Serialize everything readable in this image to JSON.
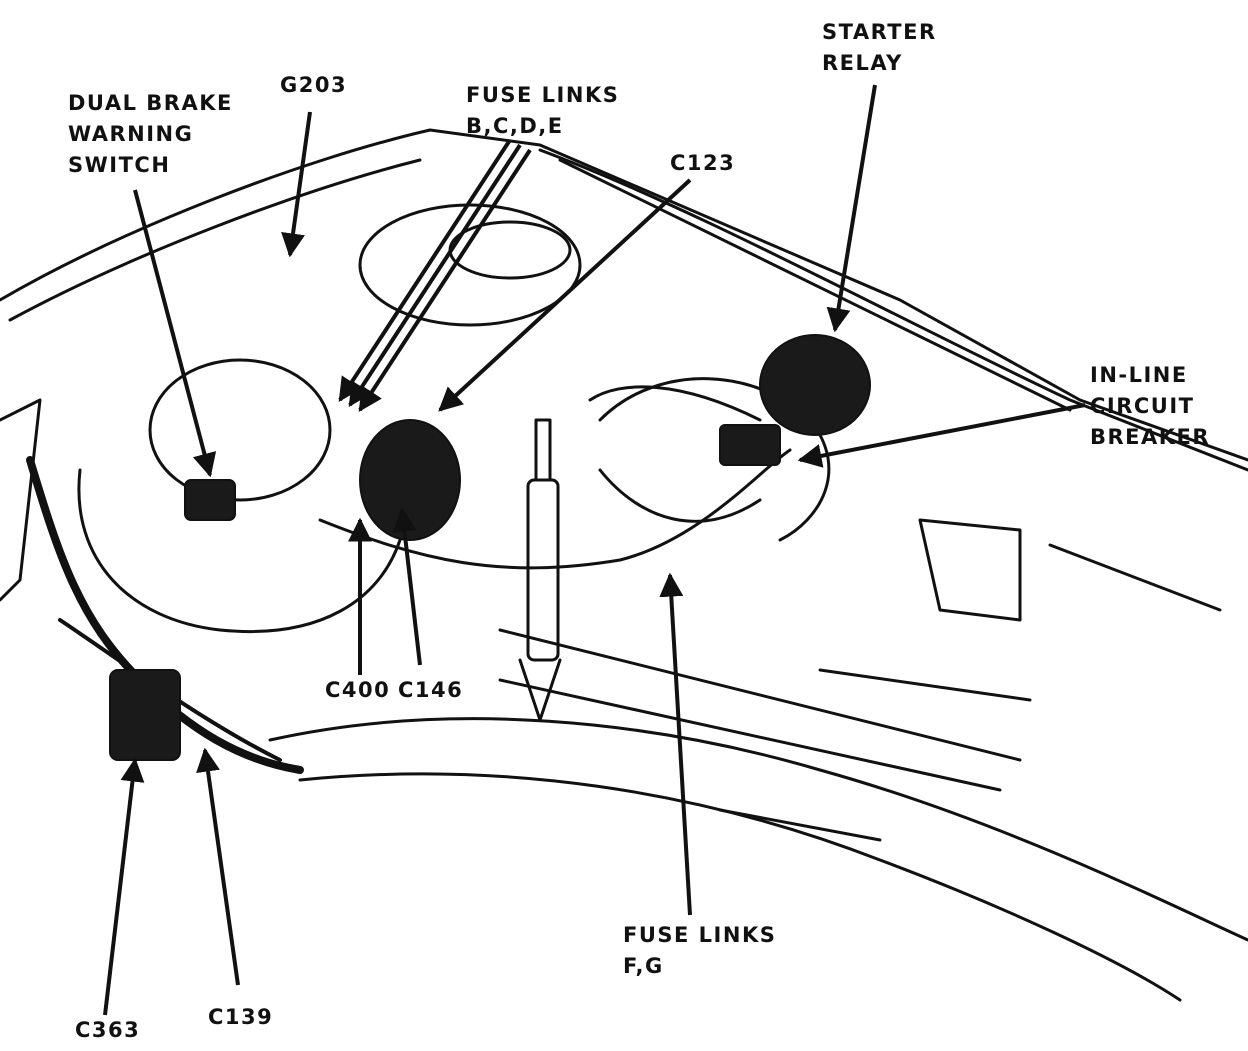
{
  "colors": {
    "ink": "#111111",
    "paper": "#ffffff",
    "shade": "#1a1a1a"
  },
  "labels": {
    "dual_brake": [
      "DUAL BRAKE",
      "WARNING",
      "SWITCH"
    ],
    "g203": "G203",
    "fuse_links_top": [
      "FUSE LINKS",
      "B,C,D,E"
    ],
    "c123": "C123",
    "starter_relay": [
      "STARTER",
      "RELAY"
    ],
    "inline_breaker": [
      "IN-LINE",
      "CIRCUIT",
      "BREAKER"
    ],
    "c400": "C400",
    "c146": "C146",
    "c363": "C363",
    "c139": "C139",
    "fuse_links_bottom": [
      "FUSE LINKS",
      "F,G"
    ]
  }
}
